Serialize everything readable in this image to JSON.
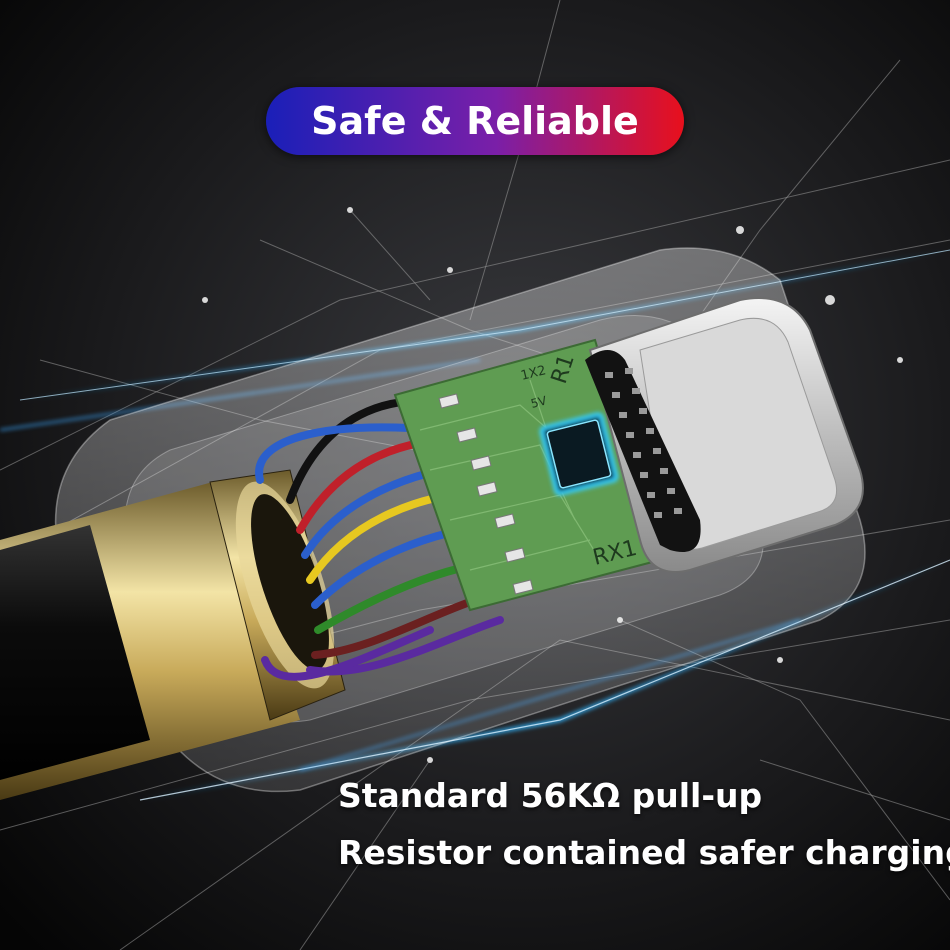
{
  "badge": {
    "text": "Safe & Reliable",
    "gradient_start": "#1a1fb8",
    "gradient_mid": "#7a1fa8",
    "gradient_end": "#e8101c"
  },
  "caption": {
    "line1": "Standard 56KΩ pull-up",
    "line2": "Resistor contained safer charging"
  },
  "pcb": {
    "label_1x2": "1X2",
    "label_r1": "R1",
    "label_5v": "5V",
    "label_rx1": "RX1",
    "board_color": "#5f9c52",
    "chip_glow": "#35d0ff"
  },
  "wire_colors": [
    "#111111",
    "#c0202a",
    "#2b5fcc",
    "#e7c820",
    "#2b5fcc",
    "#2f8a2a",
    "#6b2020",
    "#5a2aa0"
  ]
}
